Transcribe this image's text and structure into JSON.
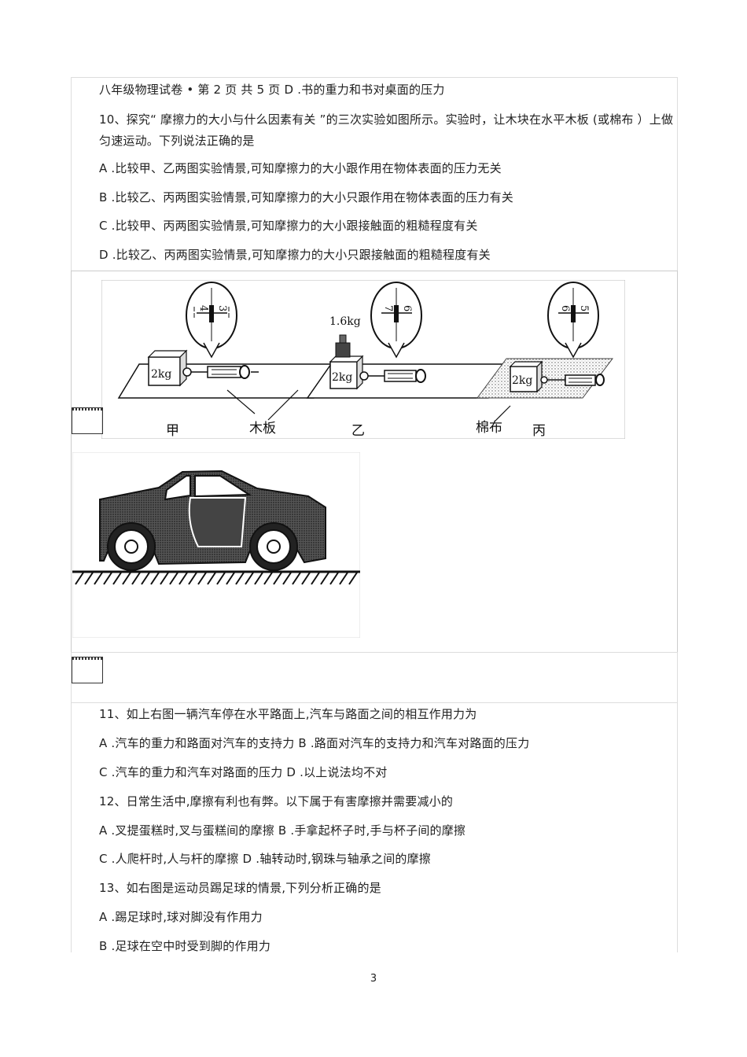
{
  "header_line": "八年级物理试卷 • 第 2 页 共 5 页 D .书的重力和书对桌面的压力",
  "q10": {
    "stem": "10、探究“ 摩擦力的大小与什么因素有关 ”的三次实验如图所示。实验时，让木块在水平木板 (或棉布 ）上做匀速运动。下列说法正确的是",
    "options": [
      "A .比较甲、乙两图实验情景,可知摩擦力的大小跟作用在物体表面的压力无关",
      "B .比较乙、丙两图实验情景,可知摩擦力的大小只跟作用在物体表面的压力有关",
      "C .比较甲、丙两图实验情景,可知摩擦力的大小跟接触面的粗糙程度有关",
      "D .比较乙、丙两图实验情景,可知摩擦力的大小只跟接触面的粗糙程度有关"
    ]
  },
  "figure_friction": {
    "label_jia": "甲",
    "label_yi": "乙",
    "label_bing": "丙",
    "label_muban": "木板",
    "label_mianbu": "棉布",
    "mass_a": "2kg",
    "mass_b": "2kg",
    "mass_c": "2kg",
    "extra_mass": "1.6kg",
    "dial_a_top": "4",
    "dial_a_top2": "3",
    "dial_b_top": "7",
    "dial_b_top2": "6",
    "dial_c_top": "6",
    "dial_c_top2": "5"
  },
  "q11": {
    "stem": "11、如上右图一辆汽车停在水平路面上,汽车与路面之间的相互作用力为",
    "line1": "A .汽车的重力和路面对汽车的支持力 B .路面对汽车的支持力和汽车对路面的压力",
    "line2": "C .汽车的重力和汽车对路面的压力 D .以上说法均不对"
  },
  "q12": {
    "stem": "12、日常生活中,摩擦有利也有弊。以下属于有害摩擦并需要减小的",
    "line1": "A .叉提蛋糕时,叉与蛋糕间的摩擦 B .手拿起杯子时,手与杯子间的摩擦",
    "line2": "C .人爬杆时,人与杆的摩擦 D .轴转动时,钢珠与轴承之间的摩擦"
  },
  "q13": {
    "stem": "13、如右图是运动员踢足球的情景,下列分析正确的是",
    "optA": "A .踢足球时,球对脚没有作用力",
    "optB": "B .足球在空中时受到脚的作用力"
  },
  "page_number": "3"
}
